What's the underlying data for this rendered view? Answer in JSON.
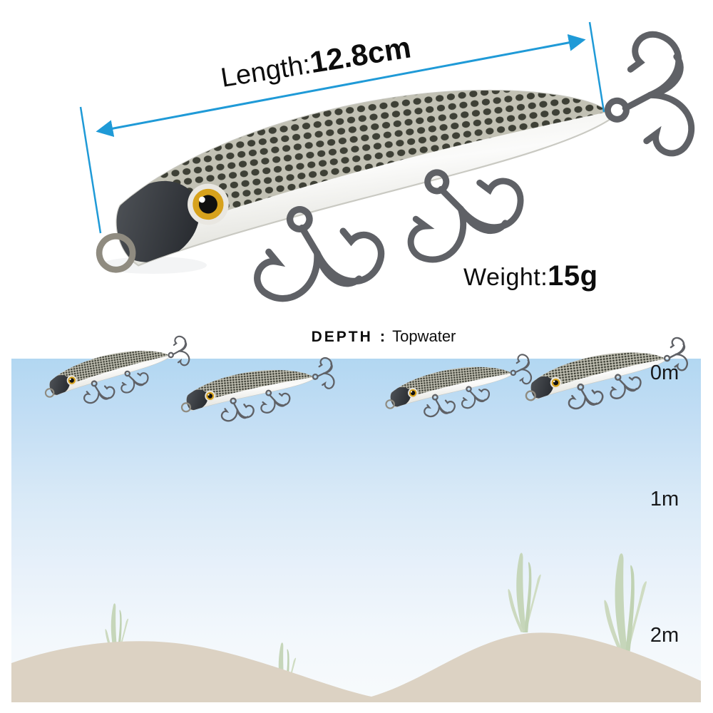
{
  "product": {
    "length": {
      "label": "Length:",
      "value": "12.8cm"
    },
    "weight": {
      "label": "Weight:",
      "value": "15g"
    }
  },
  "depth": {
    "heading": {
      "label": "DEPTH",
      "separator": ":",
      "value": "Topwater"
    },
    "markers": [
      "0m",
      "1m",
      "2m"
    ]
  },
  "icons": {
    "main_lure": "fishing-lure",
    "surface_lures": "surface-lure",
    "seaweed": "seaweed",
    "dimension_arrow": "length-dimension-arrow"
  },
  "colors": {
    "arrow_blue": "#1F9AD7",
    "water_surface": "#B2D7F2",
    "water_deep": "#F7FAFC",
    "sand": "#DCD2C3",
    "seaweed_green": "#C6D6BA",
    "text": "#0D0D0D"
  }
}
